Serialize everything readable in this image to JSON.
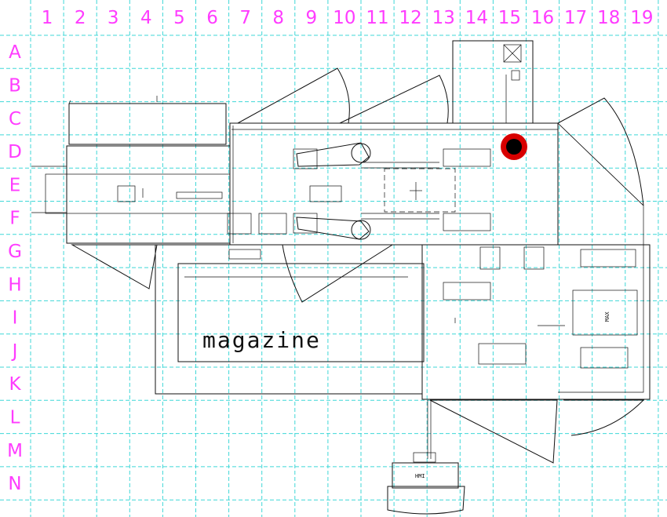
{
  "grid": {
    "columns": [
      "1",
      "2",
      "3",
      "4",
      "5",
      "6",
      "7",
      "8",
      "9",
      "10",
      "11",
      "12",
      "13",
      "14",
      "15",
      "16",
      "17",
      "18",
      "19"
    ],
    "rows": [
      "A",
      "B",
      "C",
      "D",
      "E",
      "F",
      "G",
      "H",
      "I",
      "J",
      "K",
      "L",
      "M",
      "N"
    ],
    "grid_color": "#3fd7d7",
    "label_color": "#ff3cff"
  },
  "labels": {
    "magazine": "magazine",
    "hmi": "HMI",
    "box": "MAX"
  },
  "marker": {
    "outer_color": "#d80000",
    "inner_color": "#000000"
  }
}
